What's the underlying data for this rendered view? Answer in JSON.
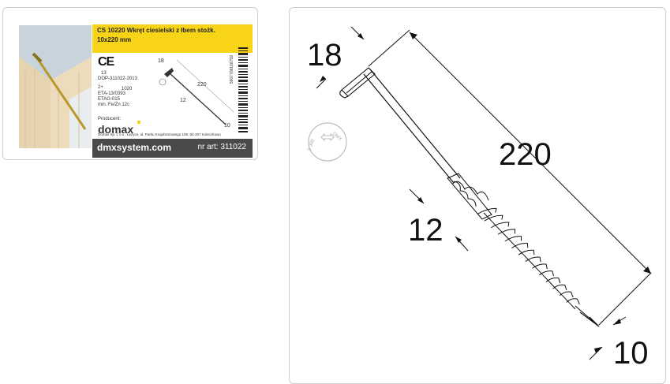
{
  "thumbnail": {
    "product_line1": "CS 10220 Wkręt ciesielski z łbem stożk.",
    "product_line2": "10x220 mm",
    "ce_mark": "CE",
    "ce_year": "13",
    "dop": "DOP-311022-2013",
    "spec_class": "2+",
    "spec_code": "1020",
    "eta": "ETA-13/0393",
    "etag": "ETAG-015",
    "material": "min. Fe/Zn 12c",
    "producer_label": "Producent:",
    "brand": "domax",
    "address": "Domax Sp. z o.o., Łężyce, al. Parku Krajobrazowego 109, 84-207 Koleczkowo",
    "website": "dmxsystem.com",
    "article_no": "nr art: 311022",
    "barcode_digits": "5907708166759",
    "mini_dim_head": "18",
    "mini_dim_length": "220",
    "mini_dim_thread": "12",
    "mini_dim_tip": "10"
  },
  "drawing": {
    "dim_head": "18",
    "dim_length": "220",
    "dim_thread": "12",
    "dim_tip": "10",
    "head_stamp_top": "DMX",
    "head_stamp_bottom": "S 300"
  },
  "colors": {
    "label_yellow": "#f7d417",
    "label_dark": "#4a4a4a",
    "line": "#111111"
  }
}
